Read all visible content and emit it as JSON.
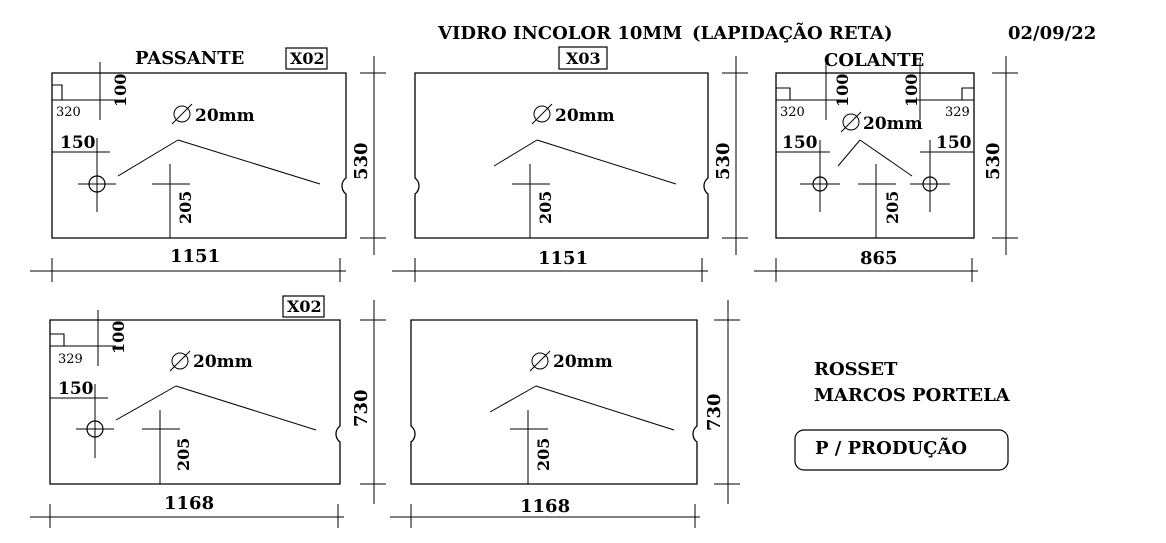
{
  "header": {
    "title": "VIDRO INCOLOR 10MM",
    "finish": "(LAPIDAÇÃO RETA)",
    "date": "02/09/22"
  },
  "panels": [
    {
      "type_label": "PASSANTE",
      "qty": "X02",
      "width": "1151",
      "height": "530",
      "hole_diameter": "20mm",
      "corner_left_x": "320",
      "corner_left_y": "100",
      "hole_left_x": "150",
      "hole_bottom": "205"
    },
    {
      "qty": "X03",
      "width": "1151",
      "height": "530",
      "hole_diameter": "20mm",
      "hole_bottom": "205"
    },
    {
      "type_label": "COLANTE",
      "width": "865",
      "height": "530",
      "hole_diameter": "20mm",
      "corner_left_x": "320",
      "corner_left_y": "100",
      "corner_right_x": "329",
      "corner_right_y": "100",
      "hole_left_x": "150",
      "hole_right_x": "150",
      "hole_bottom": "205"
    },
    {
      "qty": "X02",
      "width": "1168",
      "height": "730",
      "hole_diameter": "20mm",
      "corner_left_x": "329",
      "corner_left_y": "100",
      "hole_left_x": "150",
      "hole_bottom": "205"
    },
    {
      "width": "1168",
      "height": "730",
      "hole_diameter": "20mm",
      "hole_bottom": "205"
    }
  ],
  "client": {
    "name": "ROSSET",
    "contact": "MARCOS PORTELA"
  },
  "stamp": "P / PRODUÇÃO"
}
